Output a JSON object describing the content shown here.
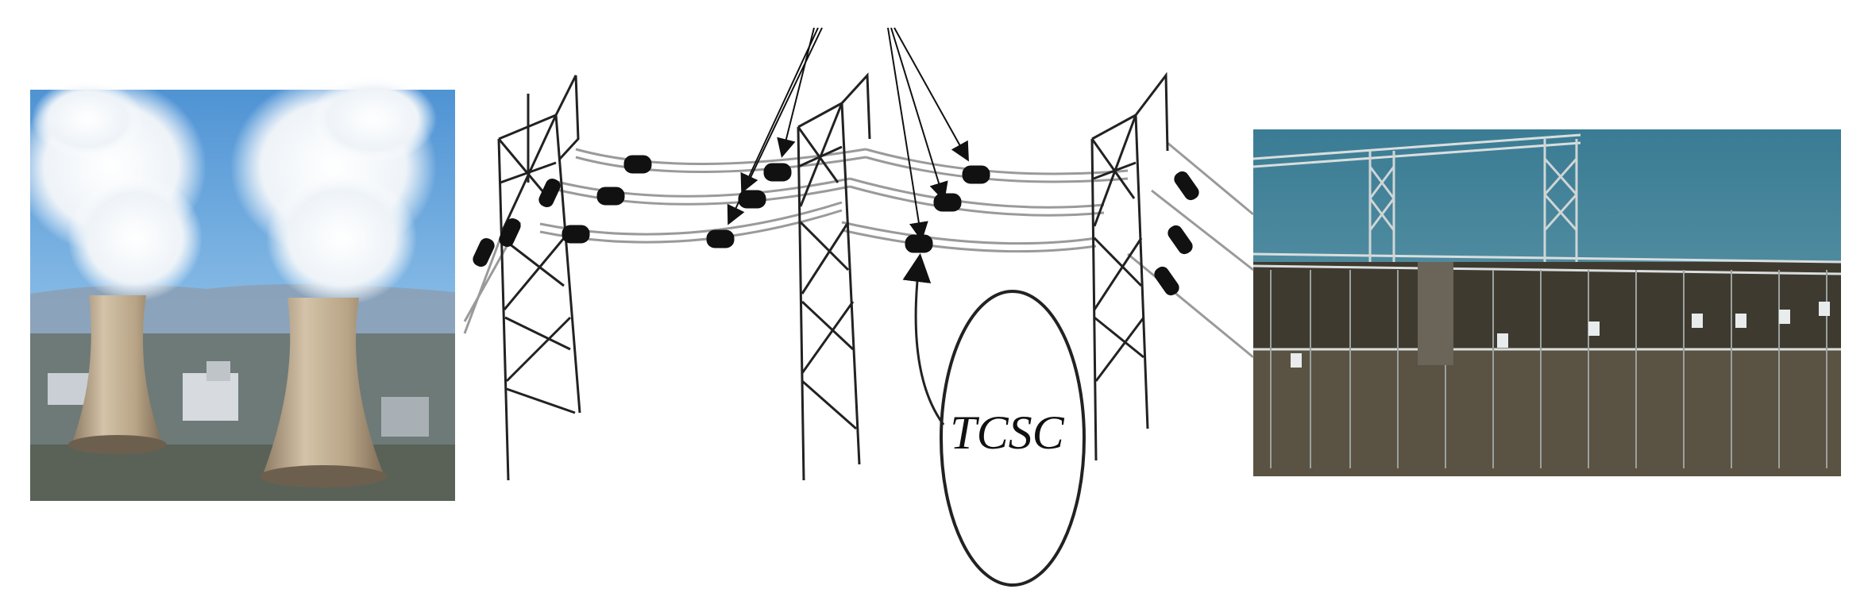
{
  "diagram": {
    "tcsc_label": "TCSC",
    "colors": {
      "line": "#222222",
      "conductor": "#9a9a9a",
      "insulator": "#111111",
      "sky_left": "#5f9fd9",
      "sky_right": "#3e7f95",
      "tower_concrete": "#b9a489",
      "substation_ground": "#4a4336"
    }
  },
  "panels": {
    "power_plant_image": {
      "subject": "cooling-towers-with-steam"
    },
    "substation_image": {
      "subject": "electrical-substation"
    }
  }
}
